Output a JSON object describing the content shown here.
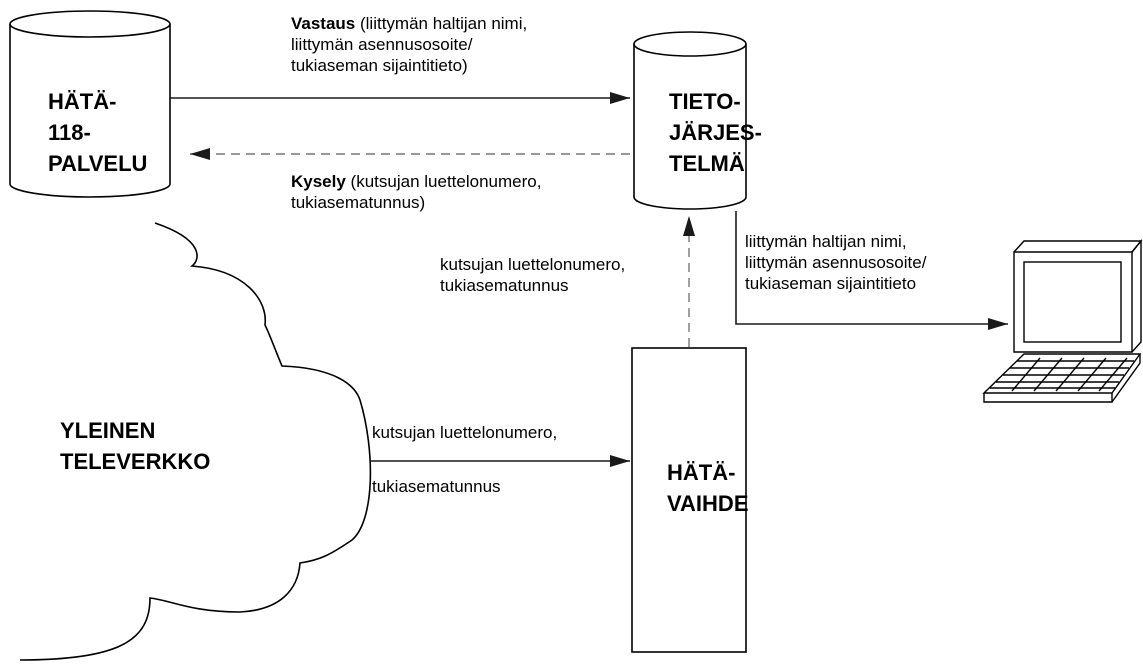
{
  "nodes": {
    "hata_palvelu": [
      "HÄTÄ-",
      "118-",
      "PALVELU"
    ],
    "tietojarjestelma": [
      "TIETO-",
      "JÄRJES-",
      "TELMÄ"
    ],
    "televerkko": [
      "YLEINEN",
      "TELEVERKKO"
    ],
    "hatavaihde": [
      "HÄTÄ-",
      "VAIHDE"
    ]
  },
  "labels": {
    "vastaus": {
      "bold": "Vastaus",
      "rest": " (liittymän haltijan nimi,",
      "lines": [
        "liittymän asennusosoite/",
        "tukiaseman sijaintitieto)"
      ]
    },
    "kysely": {
      "bold": "Kysely",
      "rest": " (kutsujan luettelonumero,",
      "lines": [
        "tukiasematunnus)"
      ]
    },
    "vaihde_to_tieto": [
      "kutsujan luettelonumero,",
      "tukiasematunnus"
    ],
    "tieto_to_terminal": [
      "liittymän haltijan nimi,",
      "liittymän asennusosoite/",
      "tukiaseman sijaintitieto"
    ],
    "verkko_to_vaihde": [
      "kutsujan luettelonumero,",
      "tukiasematunnus"
    ]
  },
  "icons": {
    "terminal": "computer-terminal-icon"
  }
}
